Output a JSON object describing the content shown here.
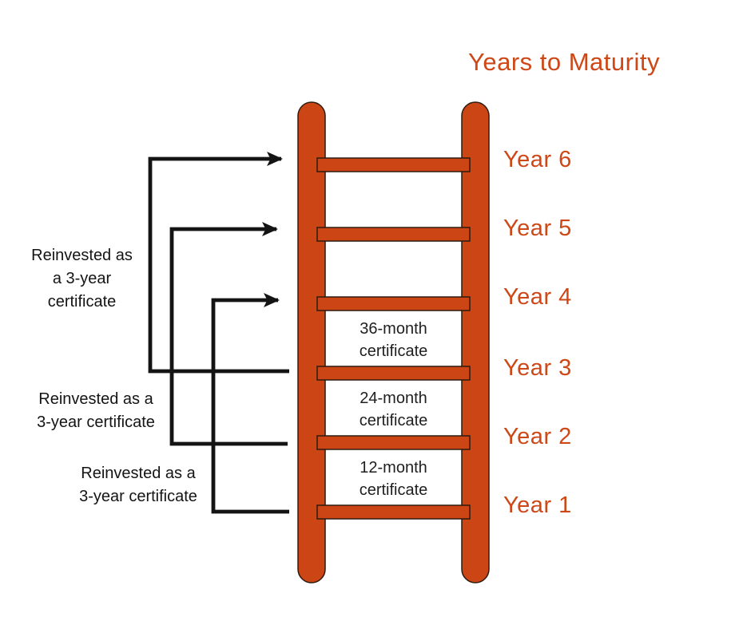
{
  "title": "Years to Maturity",
  "colors": {
    "ladder_fill": "#cc4514",
    "ladder_outline": "#2e1b0e",
    "accent_text": "#ce4716",
    "arrow": "#141414"
  },
  "ladder": {
    "rungs": [
      {
        "year_label": "Year 6"
      },
      {
        "year_label": "Year 5"
      },
      {
        "year_label": "Year 4"
      },
      {
        "year_label": "Year 3"
      },
      {
        "year_label": "Year 2"
      },
      {
        "year_label": "Year 1"
      }
    ],
    "certificates": [
      {
        "label": "36-month\ncertificate"
      },
      {
        "label": "24-month\ncertificate"
      },
      {
        "label": "12-month\ncertificate"
      }
    ]
  },
  "annotations": [
    {
      "text": "Reinvested as\na 3-year\ncertificate"
    },
    {
      "text": "Reinvested as a\n3-year certificate"
    },
    {
      "text": "Reinvested as a\n3-year certificate"
    }
  ]
}
